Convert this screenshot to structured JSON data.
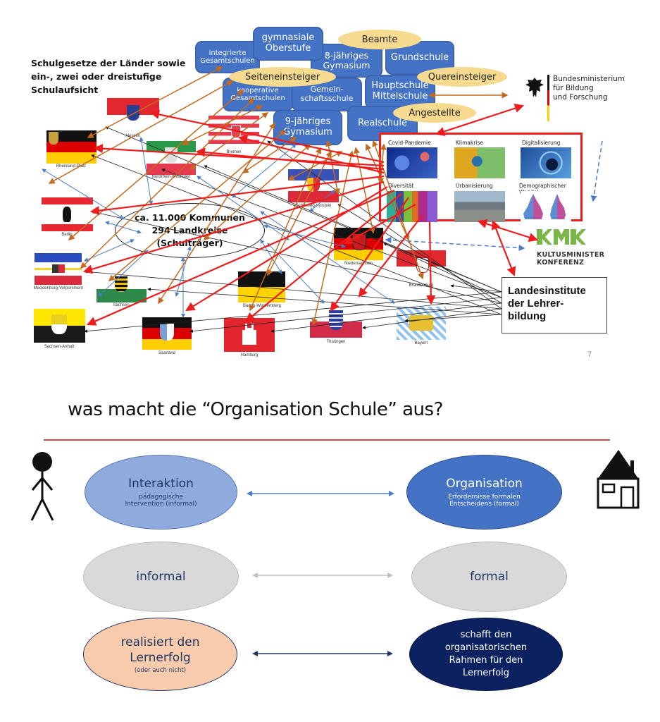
{
  "slide_top": {
    "heading": [
      "Schulgesetze der Länder sowie",
      "ein-, zwei oder dreistufige",
      "Schulaufsicht"
    ],
    "school_types": [
      {
        "id": "integrierte",
        "label": "integrierte Gesamtschulen"
      },
      {
        "id": "gym-oberstufe",
        "label": "gymnasiale Oberstufe"
      },
      {
        "id": "gym8",
        "label": "8-jähriges Gymasium"
      },
      {
        "id": "grundschule",
        "label": "Grundschule"
      },
      {
        "id": "kooperative",
        "label": "kooperative Gesamtschulen"
      },
      {
        "id": "gemeinschaft",
        "label": "Gemein- schaftsschule"
      },
      {
        "id": "hauptschule",
        "label": "Hauptschule Mittelschule"
      },
      {
        "id": "gym9",
        "label": "9-jähriges Gymasium"
      },
      {
        "id": "realschule",
        "label": "Realschule"
      }
    ],
    "staff_types": [
      "Beamte",
      "Seiteneinsteiger",
      "Quereinsteiger",
      "Angestellte"
    ],
    "bmbf": {
      "line1": "Bundesministerium",
      "line2": "für Bildung",
      "line3": "und Forschung"
    },
    "topics": [
      {
        "label": "Covid-Pandemie",
        "color": "#2447a8"
      },
      {
        "label": "Klimakrise",
        "color": "#d9a020"
      },
      {
        "label": "Digitalisierung",
        "color": "#2f5fb0"
      },
      {
        "label": "Diversität",
        "color": "#8a4fb0"
      },
      {
        "label": "Urbanisierung",
        "color": "#7a8a8f"
      },
      {
        "label": "Demographischer Wandel",
        "color": "#ffffff"
      }
    ],
    "kommunen": [
      "ca. 11.000 Kommunen",
      "294 Landkreise",
      "(Schulträger)"
    ],
    "kmk": {
      "line1": "KULTUSMINISTER",
      "line2": "KONFERENZ"
    },
    "landesinstitute": [
      "Landesinstitute",
      "der Lehrer-",
      "bildung"
    ],
    "page_number": "7",
    "states": [
      {
        "id": "hessen",
        "label": "Hessen"
      },
      {
        "id": "bremen",
        "label": "Bremen"
      },
      {
        "id": "rlp",
        "label": "Rheinland-Pfalz"
      },
      {
        "id": "nrw",
        "label": "Nordrhein-Westfalen"
      },
      {
        "id": "sh",
        "label": "Schleswig-Holstein"
      },
      {
        "id": "berlin",
        "label": "Berlin"
      },
      {
        "id": "mv",
        "label": "Mecklenburg-Vorpommern"
      },
      {
        "id": "niedersachsen",
        "label": "Niedersachsen"
      },
      {
        "id": "brandenburg",
        "label": "Brandenburg"
      },
      {
        "id": "sachsen",
        "label": "Sachsen"
      },
      {
        "id": "bw",
        "label": "Baden-Württemberg"
      },
      {
        "id": "sachsen-anhalt",
        "label": "Sachsen-Anhalt"
      },
      {
        "id": "saarland",
        "label": "Saarland"
      },
      {
        "id": "hamburg",
        "label": "Hamburg"
      },
      {
        "id": "thueringen",
        "label": "Thüringen"
      },
      {
        "id": "bayern",
        "label": "Bayern"
      }
    ],
    "colors": {
      "school_blue": "#4472c4",
      "pill_yellow": "#f5da8f",
      "red_arrow": "#ee1c1c",
      "orange_arrow": "#c46a1e",
      "blue_arrow": "#4a7ec8",
      "kmk_green": "#7ab648"
    }
  },
  "slide_bottom": {
    "title": "was macht die “Organisation Schule” aus?",
    "divider_color": "#c0504d",
    "person_icon": "stick-figure-icon",
    "house_icon": "house-icon",
    "rows": [
      {
        "left": {
          "title": "Interaktion",
          "sub": [
            "pädagogische",
            "Intervention (informal)"
          ],
          "bg": "#8faadc"
        },
        "right": {
          "title": "Organisation",
          "sub": [
            "Erfordernisse formalen",
            "Entscheidens (formal)"
          ],
          "bg": "#4472c4"
        },
        "arrow_color": "#4a7ec8"
      },
      {
        "left": {
          "title": "informal",
          "sub": [],
          "bg": "#d9d9d9"
        },
        "right": {
          "title": "formal",
          "sub": [],
          "bg": "#d9d9d9"
        },
        "arrow_color": "#bfbfbf"
      },
      {
        "left": {
          "title": "realisiert den Lernerfolg",
          "sub": [
            "(oder auch nicht)"
          ],
          "bg": "#f8cbad"
        },
        "right": {
          "title": "schafft den organisatorischen Rahmen für den Lernerfolg",
          "sub": [],
          "bg": "#0b2160"
        },
        "arrow_color": "#1f3864"
      }
    ]
  }
}
